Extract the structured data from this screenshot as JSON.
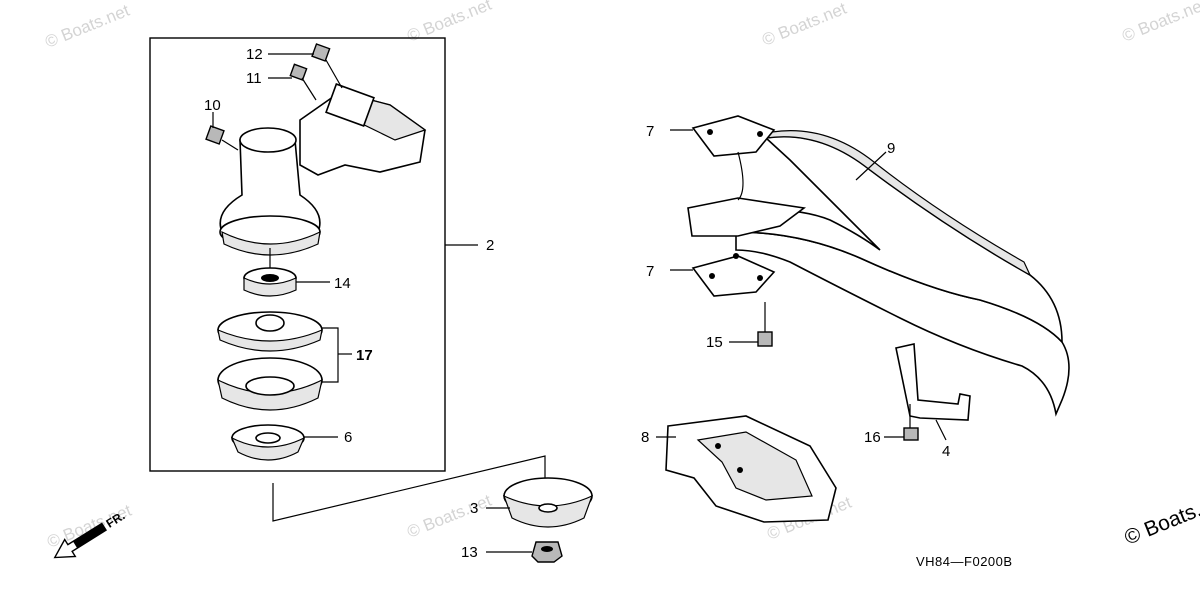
{
  "watermark_text": "© Boats.net",
  "diagram_code": "VH84—F0200B",
  "front_indicator": "FR.",
  "callouts": {
    "c2": "2",
    "c3": "3",
    "c4": "4",
    "c6": "6",
    "c7a": "7",
    "c7b": "7",
    "c8": "8",
    "c9": "9",
    "c10": "10",
    "c11": "11",
    "c12": "12",
    "c13": "13",
    "c14": "14",
    "c15": "15",
    "c16": "16",
    "c17": "17"
  }
}
